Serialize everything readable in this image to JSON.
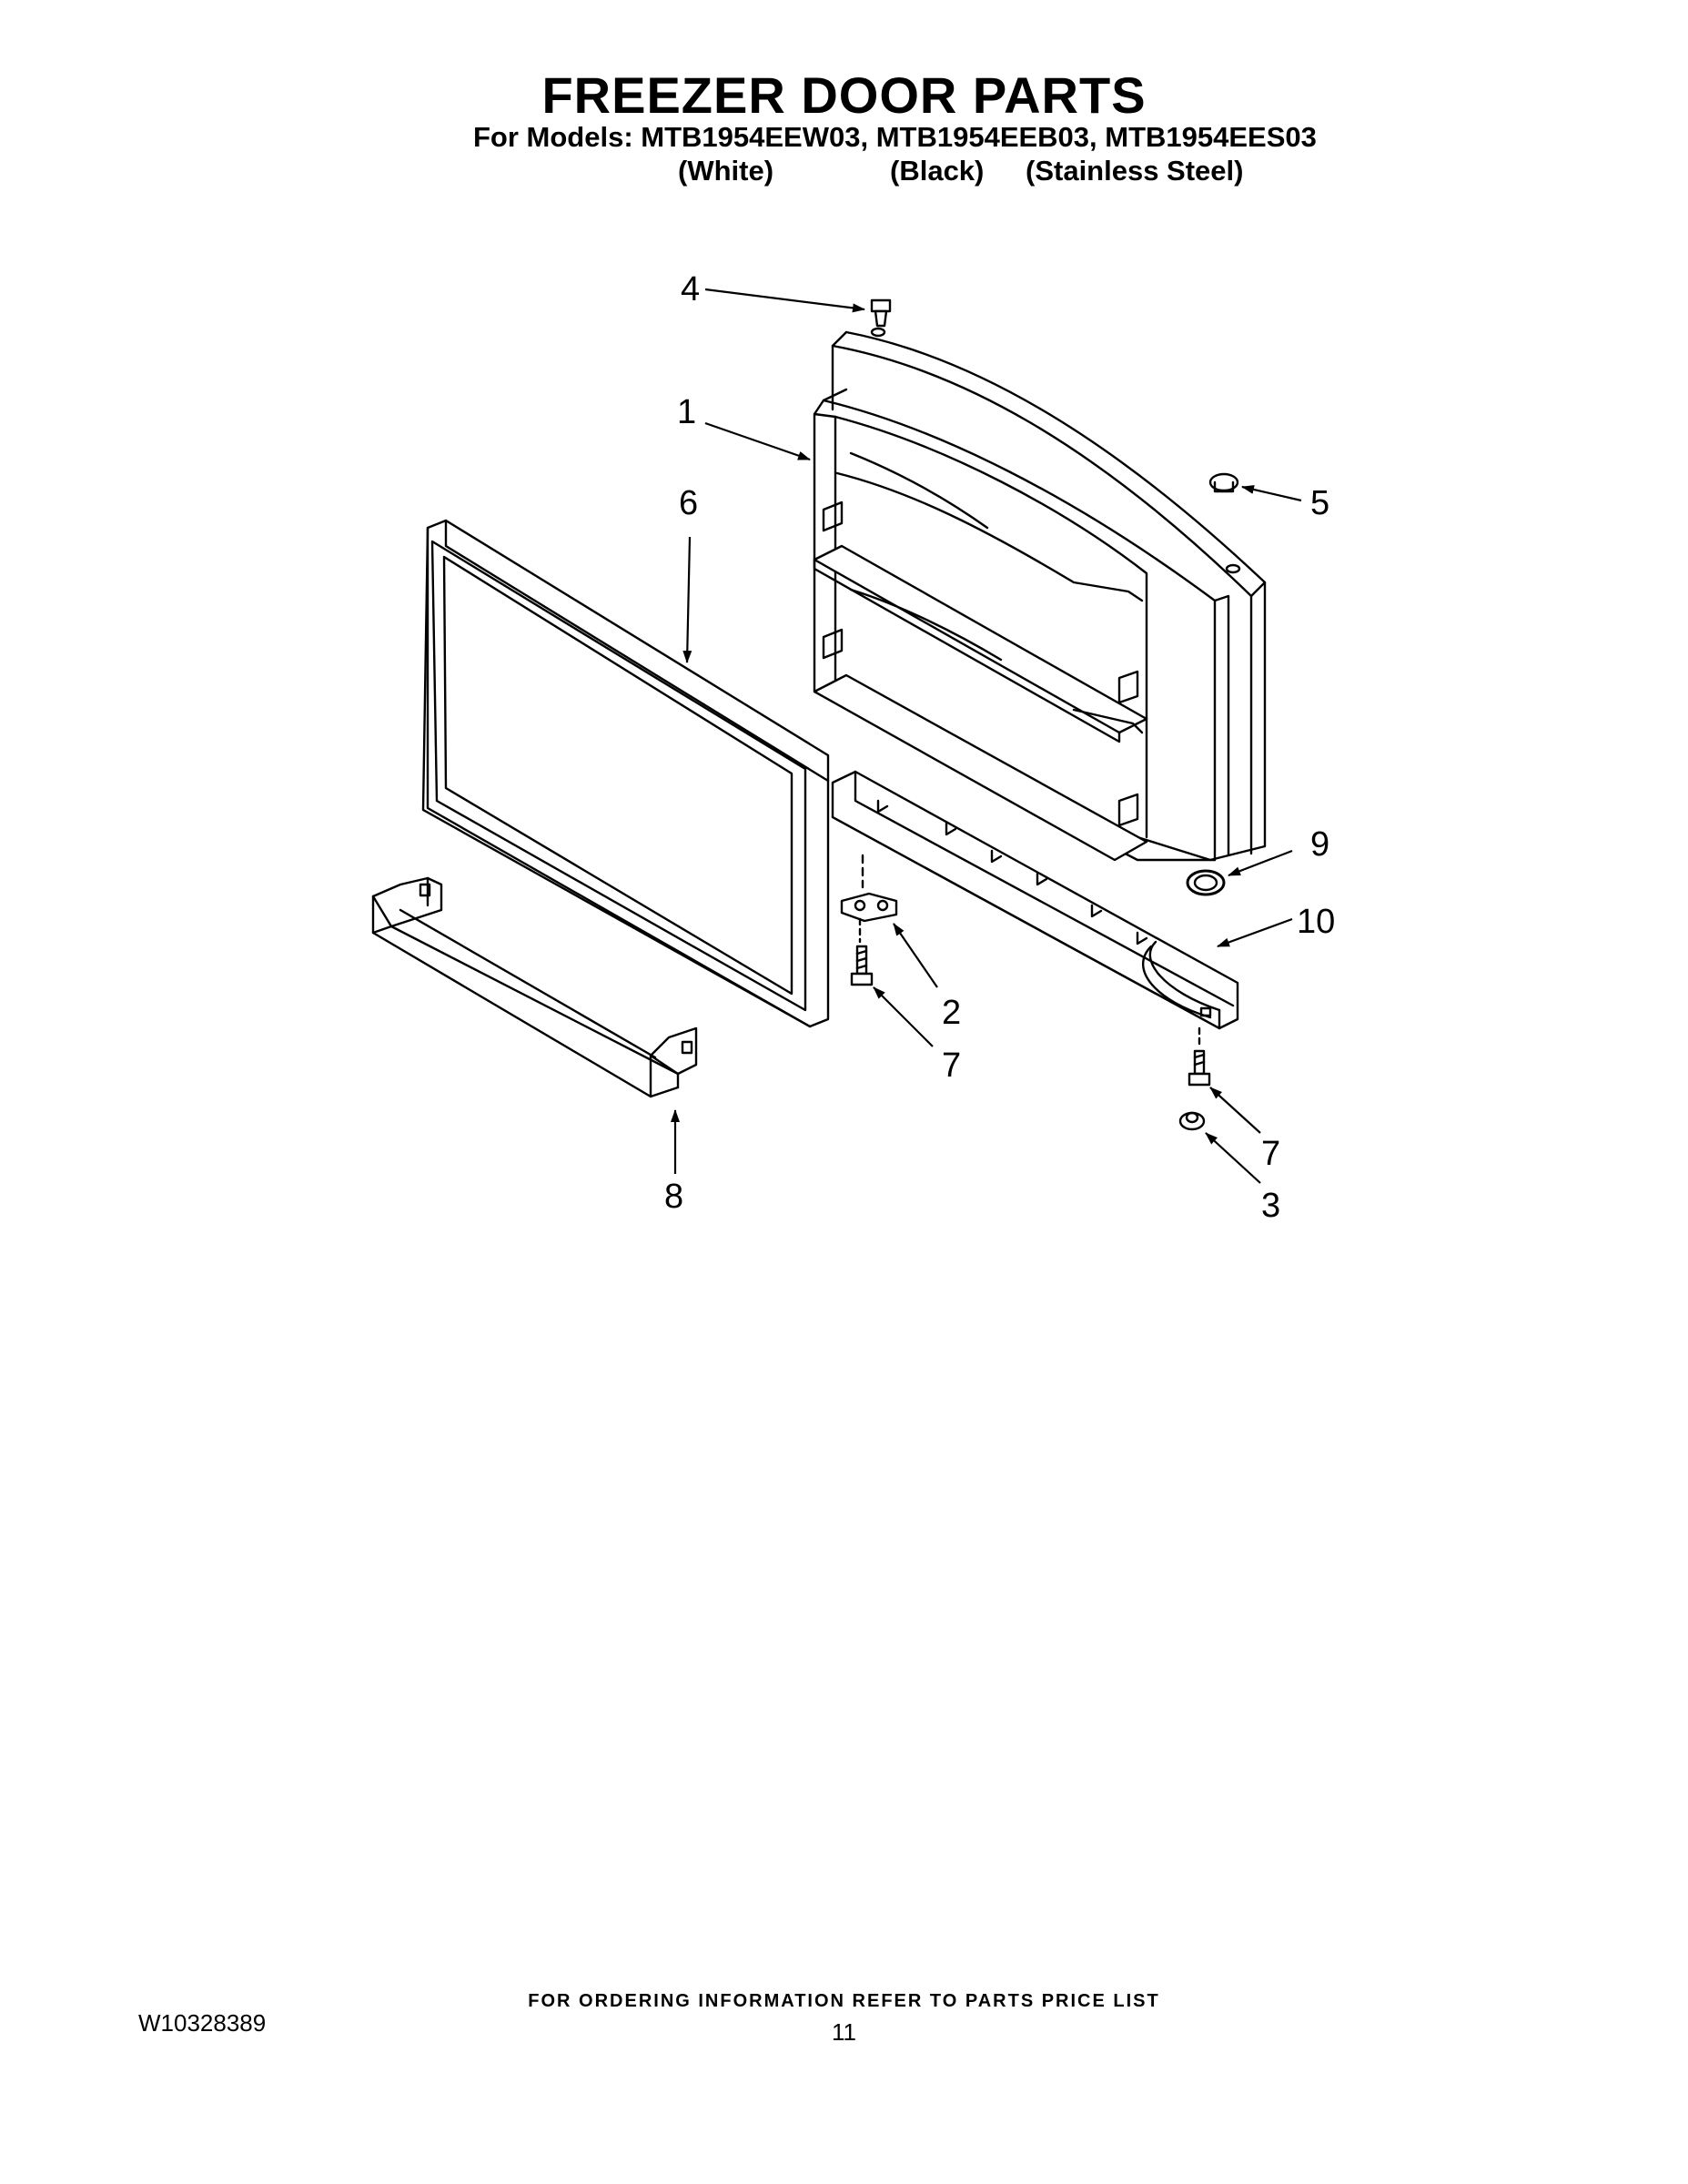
{
  "header": {
    "title": "FREEZER DOOR PARTS",
    "models_line": "For Models: MTB1954EEW03, MTB1954EEB03, MTB1954EES03",
    "variants": [
      "(White)",
      "(Black)",
      "(Stainless Steel)"
    ]
  },
  "diagram": {
    "callouts": [
      "1",
      "2",
      "3",
      "4",
      "5",
      "6",
      "7",
      "7",
      "8",
      "9",
      "10"
    ]
  },
  "footer": {
    "ordering_note": "FOR ORDERING INFORMATION REFER TO PARTS PRICE LIST",
    "doc_number": "W10328389",
    "page_number": "11"
  }
}
